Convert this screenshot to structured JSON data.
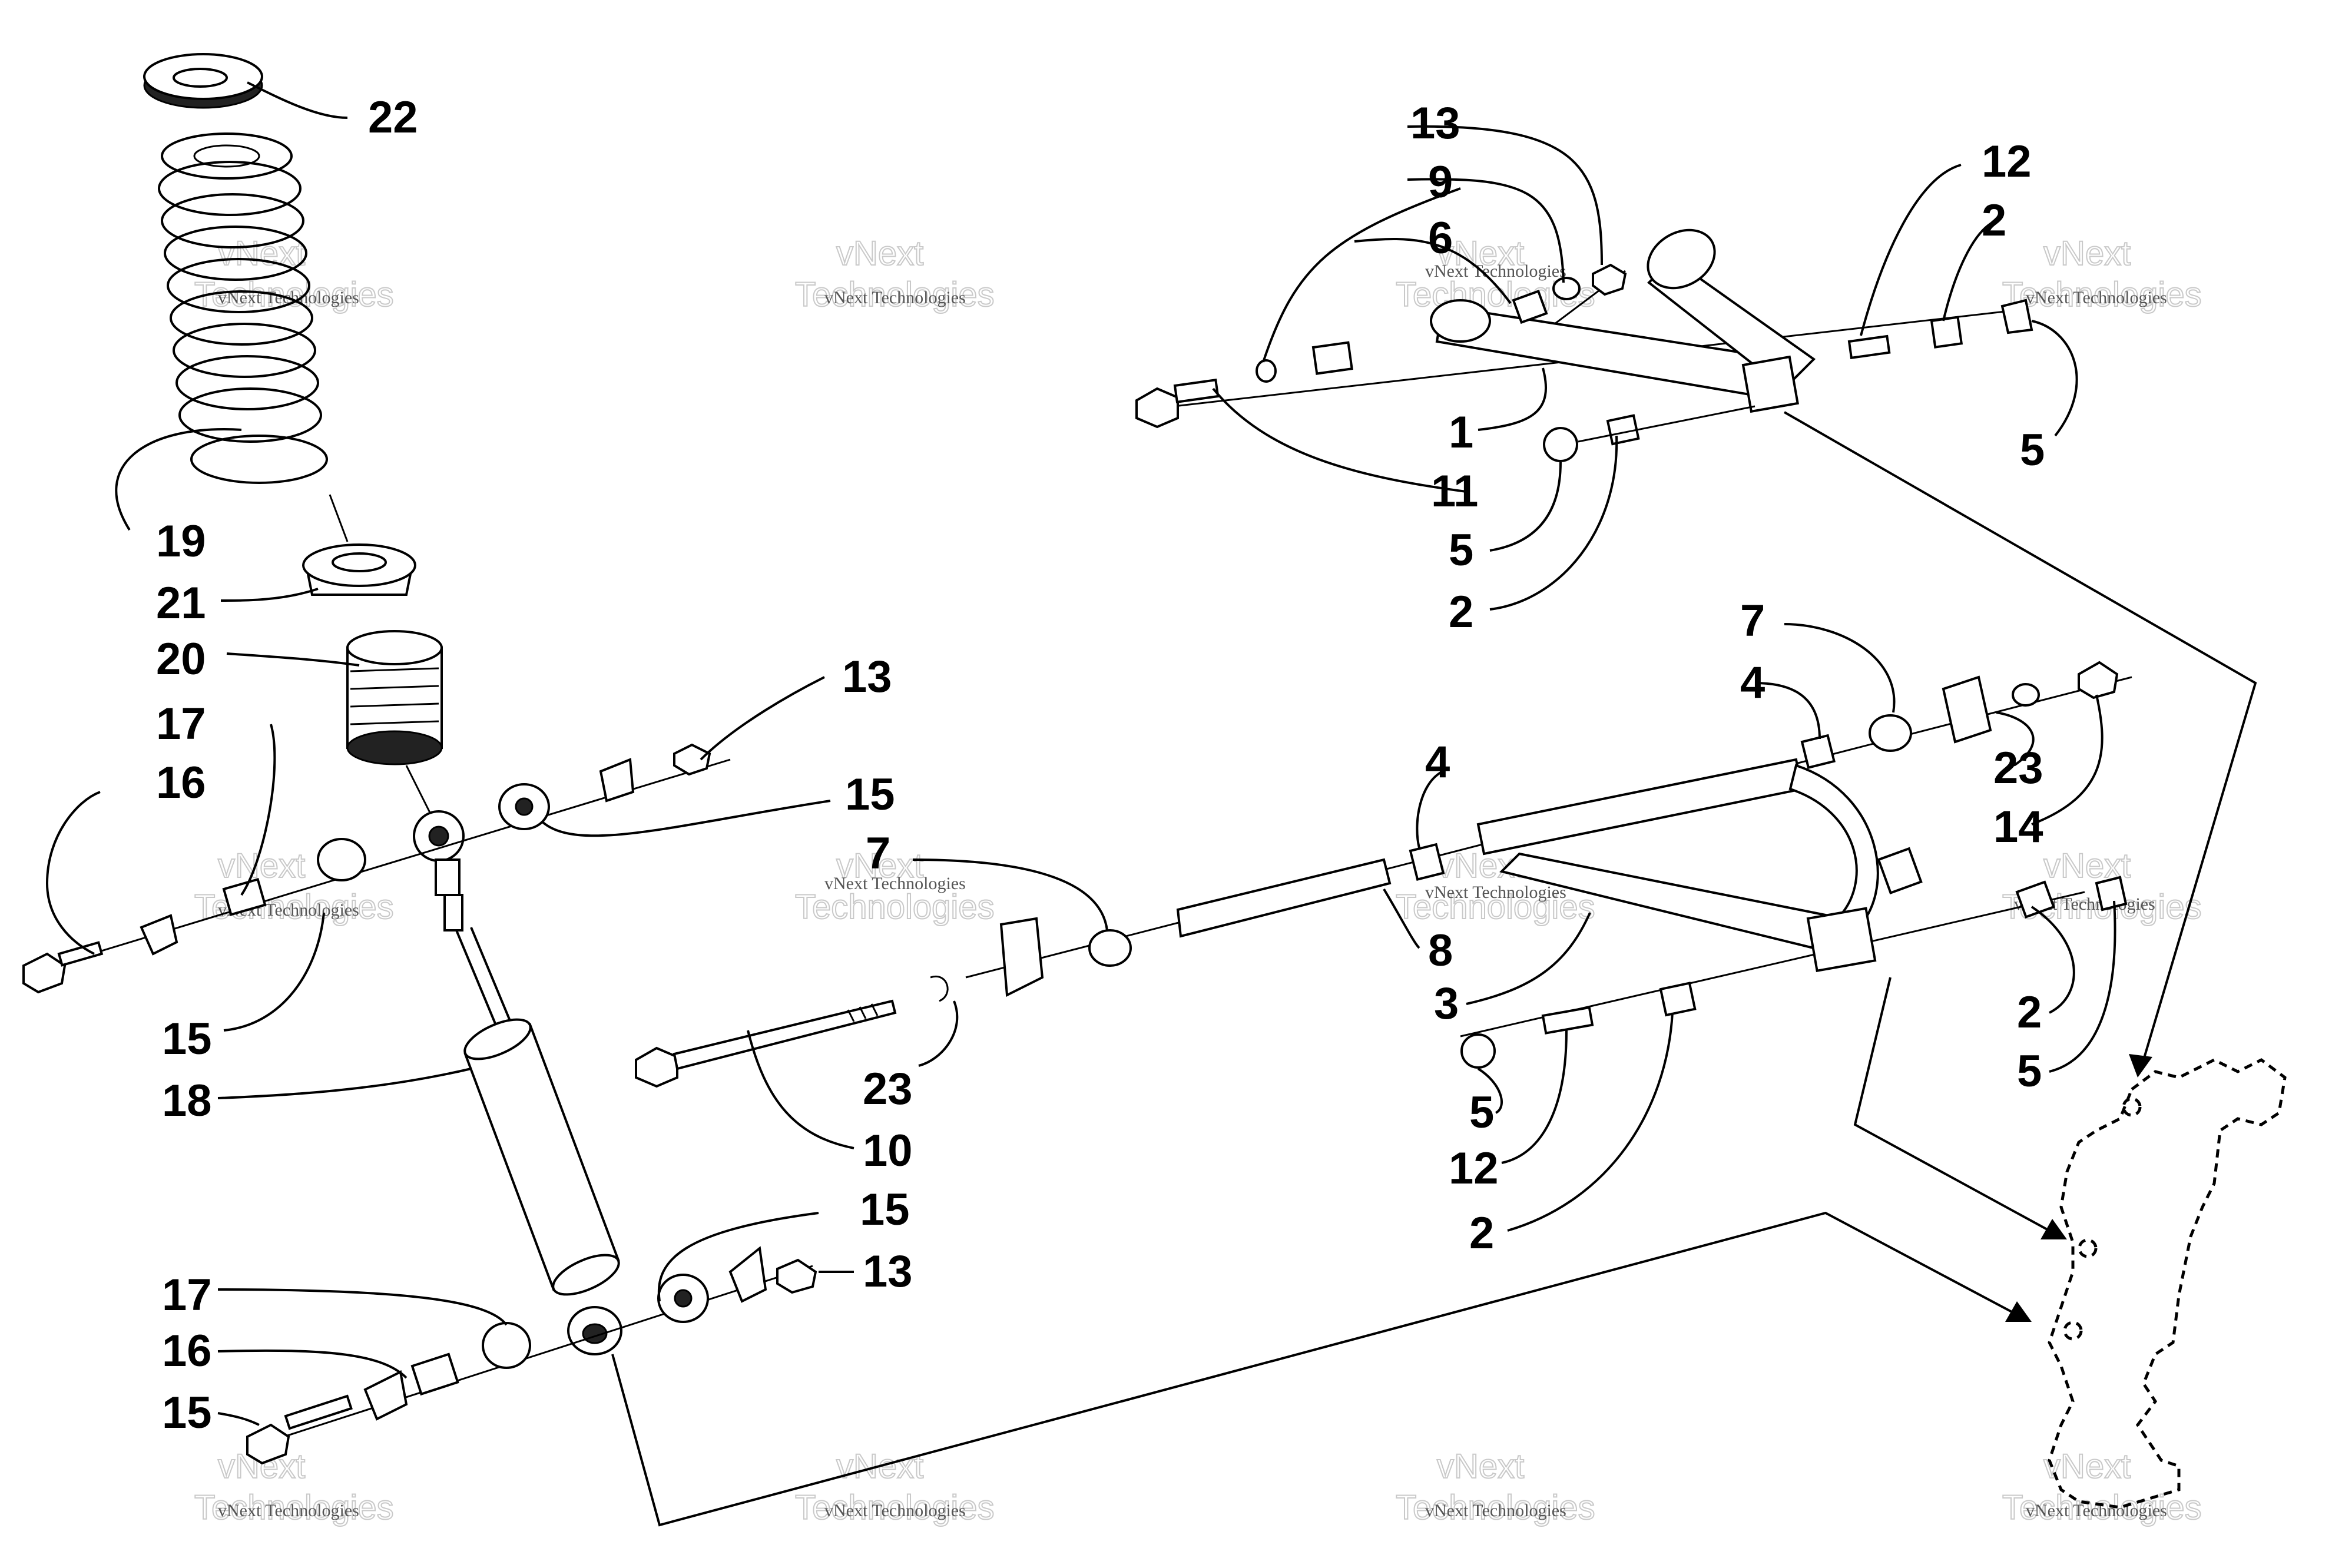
{
  "watermark": {
    "line1": "vNext",
    "line2": "Technologies",
    "small": "vNext Technologies"
  },
  "callouts": [
    "22",
    "19",
    "21",
    "20",
    "17",
    "16",
    "15",
    "13",
    "15",
    "18",
    "15",
    "17",
    "16",
    "15",
    "13",
    "13",
    "9",
    "6",
    "11",
    "1",
    "5",
    "2",
    "12",
    "2",
    "5",
    "7",
    "4",
    "23",
    "14",
    "4",
    "7",
    "8",
    "3",
    "23",
    "10",
    "5",
    "12",
    "2",
    "2",
    "5"
  ]
}
